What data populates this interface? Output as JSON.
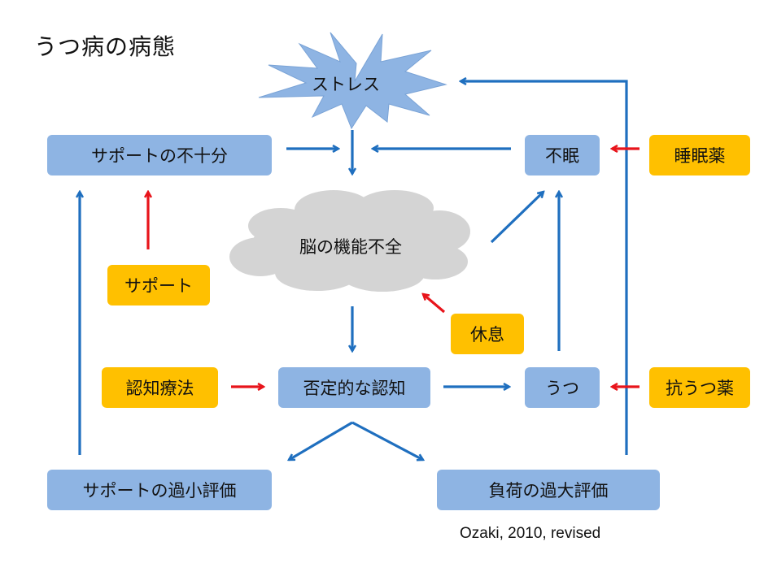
{
  "title": "うつ病の病態",
  "nodes": {
    "stress": "ストレス",
    "lack_of_support": "サポートの不十分",
    "insomnia": "不眠",
    "sleeping_pills": "睡眠薬",
    "brain_dysfunction": "脳の機能不全",
    "support": "サポート",
    "rest": "休息",
    "cbt": "認知療法",
    "negative_cognition": "否定的な認知",
    "depression": "うつ",
    "antidepressants": "抗うつ薬",
    "underestimate_support": "サポートの過小評価",
    "overestimate_load": "負荷の過大評価"
  },
  "citation": "Ozaki, 2010, revised",
  "colors": {
    "blue_box": "#8eb4e3",
    "orange_box": "#ffc000",
    "blue_arrow": "#1f6fbf",
    "red_arrow": "#e8141b",
    "starburst": "#8eb4e3",
    "cloud": "#d4d4d4"
  }
}
